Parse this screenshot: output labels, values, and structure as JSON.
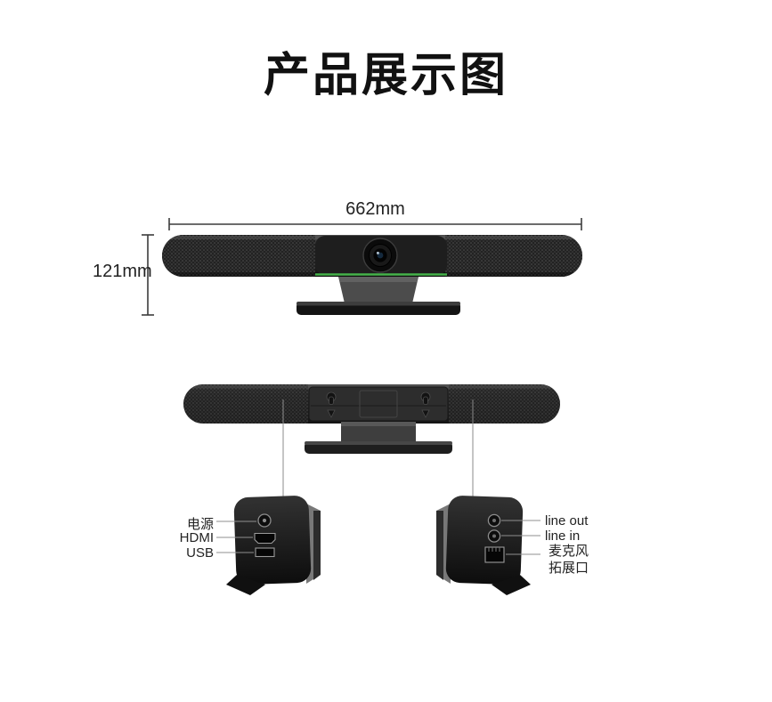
{
  "page": {
    "title": "产品展示图"
  },
  "dimension_annotations": {
    "width": "662mm",
    "height": "121mm"
  },
  "port_labels": {
    "left": [
      "电源",
      "HDMI",
      "USB"
    ],
    "right": [
      "line out",
      "line in",
      "麦克风拓展口"
    ]
  },
  "colors": {
    "background": "#ffffff",
    "device_body": "#262626",
    "accent_green": "#45b24a",
    "dimension_line": "#3c3c3c",
    "label_text": "#222222"
  }
}
